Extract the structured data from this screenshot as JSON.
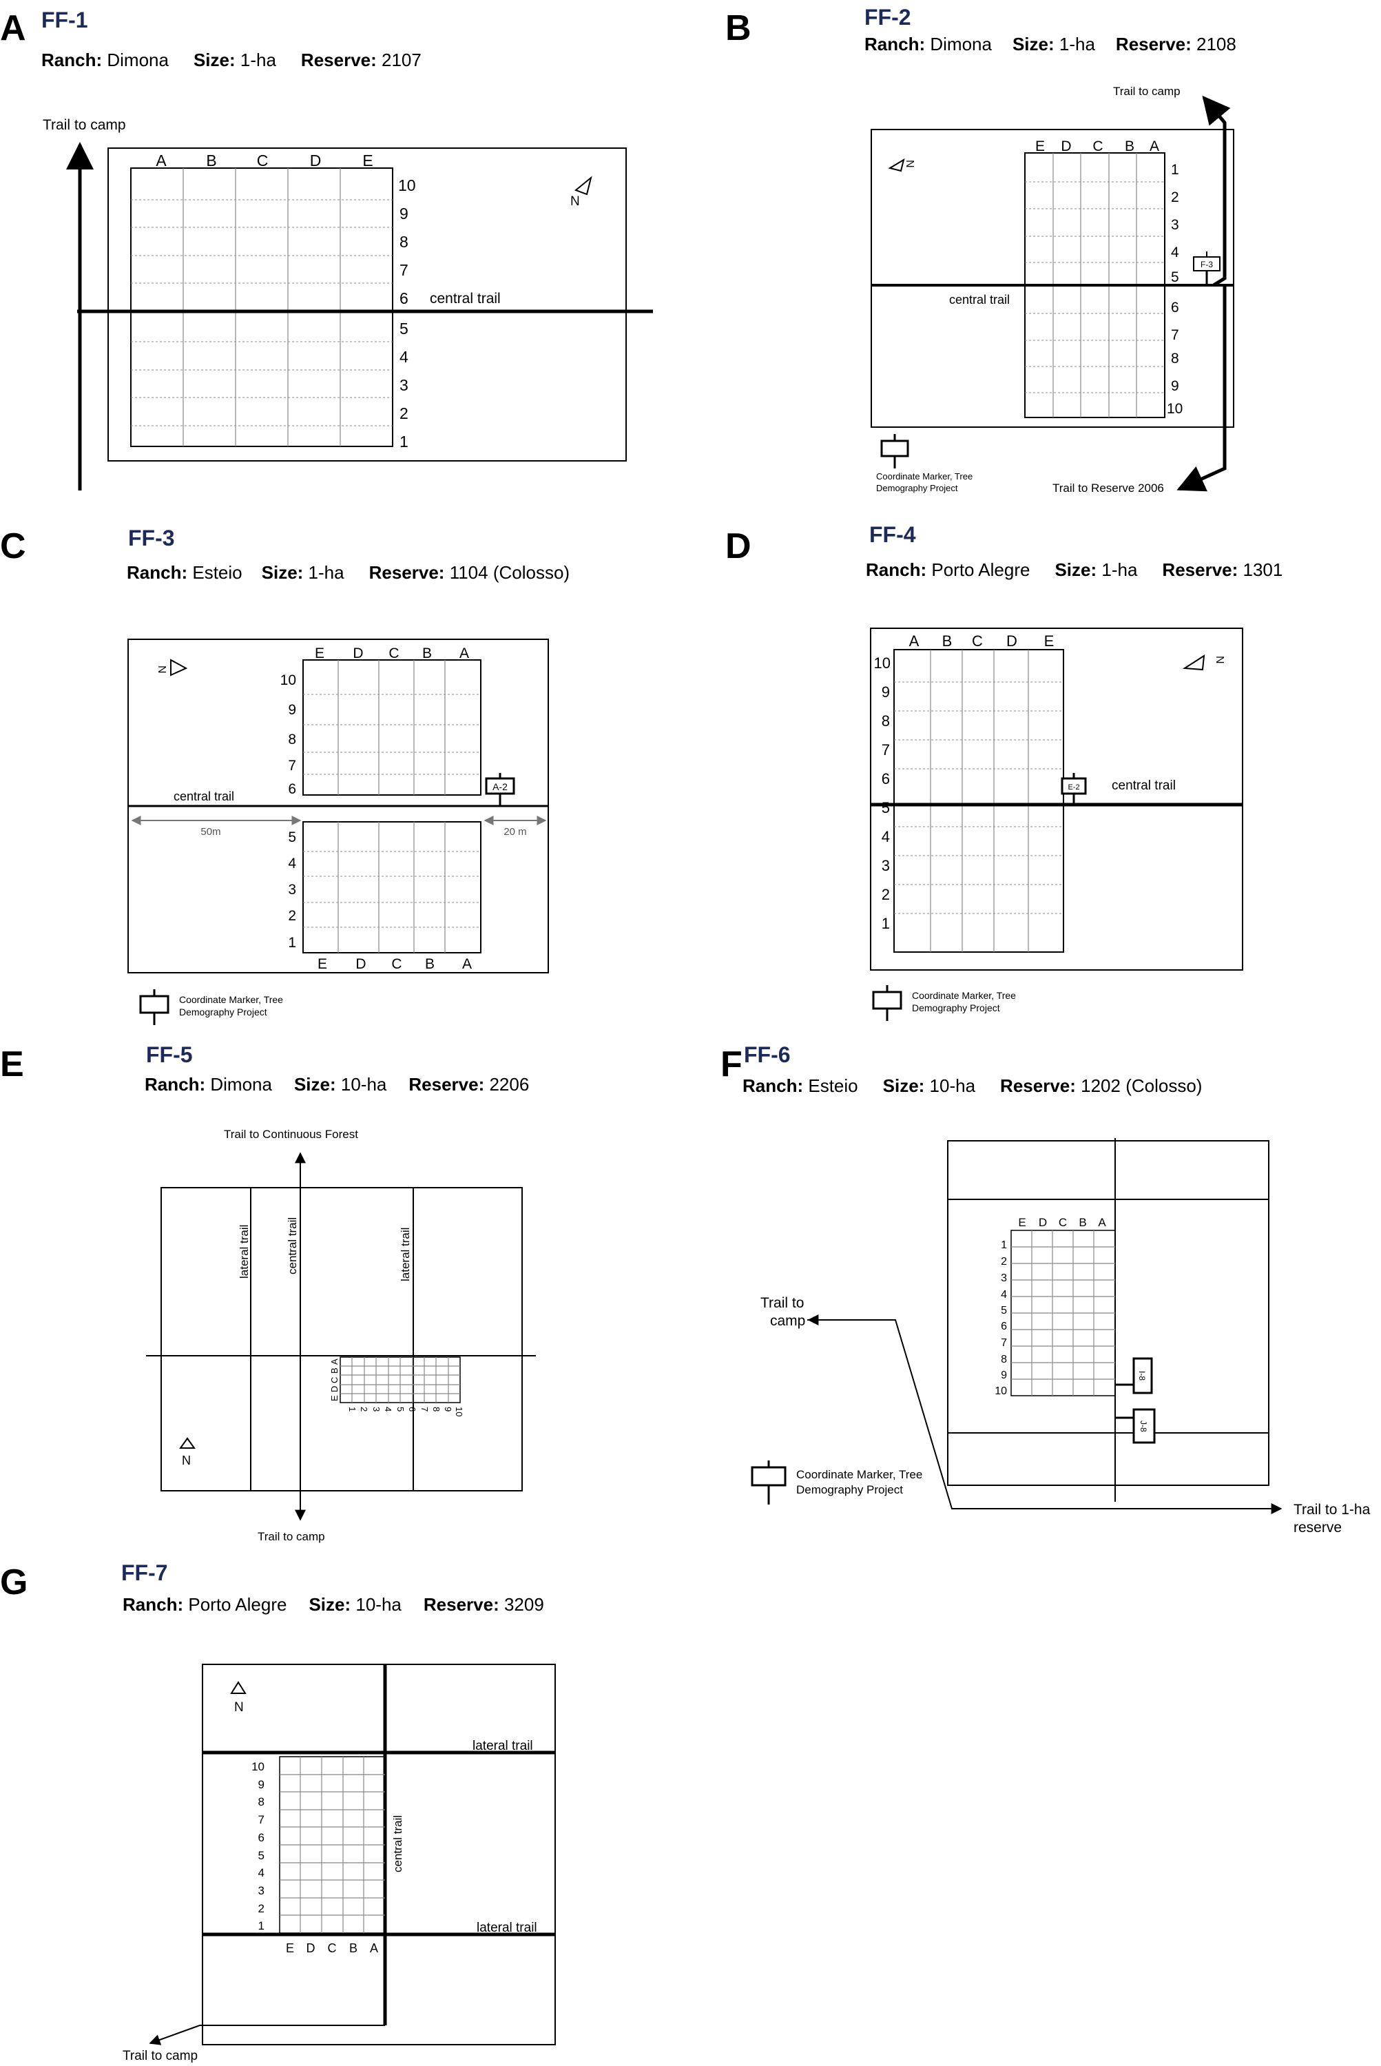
{
  "panels": [
    {
      "letter": "A",
      "title": "FF-1",
      "ranch_label": "Ranch:",
      "ranch": "Dimona",
      "size_label": "Size:",
      "size": "1-ha",
      "reserve_label": "Reserve:",
      "reserve": "2107",
      "labels": {
        "trail_camp": "Trail to camp",
        "central_trail": "central trail",
        "north": "N"
      },
      "cols": [
        "A",
        "B",
        "C",
        "D",
        "E"
      ],
      "rows_top": [
        "10",
        "9",
        "8",
        "7",
        "6"
      ],
      "rows_bottom": [
        "5",
        "4",
        "3",
        "2",
        "1"
      ]
    },
    {
      "letter": "B",
      "title": "FF-2",
      "ranch_label": "Ranch:",
      "ranch": "Dimona",
      "size_label": "Size:",
      "size": "1-ha",
      "reserve_label": "Reserve:",
      "reserve": "2108",
      "labels": {
        "trail_camp": "Trail to camp",
        "central_trail": "central trail",
        "trail_reserve": "Trail to Reserve 2006",
        "north": "N",
        "marker_code": "F-3",
        "marker_legend_1": "Coordinate Marker, Tree",
        "marker_legend_2": "Demography Project"
      },
      "cols": [
        "E",
        "D",
        "C",
        "B",
        "A"
      ],
      "rows": [
        "1",
        "2",
        "3",
        "4",
        "5",
        "6",
        "7",
        "8",
        "9",
        "10"
      ]
    },
    {
      "letter": "C",
      "title": "FF-3",
      "ranch_label": "Ranch:",
      "ranch": "Esteio",
      "size_label": "Size:",
      "size": "1-ha",
      "reserve_label": "Reserve:",
      "reserve": "1104 (Colosso)",
      "labels": {
        "central_trail": "central trail",
        "dist_left": "50m",
        "dist_right": "20 m",
        "north": "N",
        "marker_code": "A-2",
        "marker_legend_1": "Coordinate Marker, Tree",
        "marker_legend_2": "Demography Project"
      },
      "cols": [
        "E",
        "D",
        "C",
        "B",
        "A"
      ],
      "rows_top": [
        "10",
        "9",
        "8",
        "7",
        "6"
      ],
      "rows_bottom": [
        "5",
        "4",
        "3",
        "2",
        "1"
      ]
    },
    {
      "letter": "D",
      "title": "FF-4",
      "ranch_label": "Ranch:",
      "ranch": "Porto Alegre",
      "size_label": "Size:",
      "size": "1-ha",
      "reserve_label": "Reserve:",
      "reserve": "1301",
      "labels": {
        "central_trail": "central trail",
        "north": "N",
        "marker_code": "E-2",
        "marker_legend_1": "Coordinate Marker, Tree",
        "marker_legend_2": "Demography Project"
      },
      "cols": [
        "A",
        "B",
        "C",
        "D",
        "E"
      ],
      "rows": [
        "10",
        "9",
        "8",
        "7",
        "6",
        "5",
        "4",
        "3",
        "2",
        "1"
      ]
    },
    {
      "letter": "E",
      "title": "FF-5",
      "ranch_label": "Ranch:",
      "ranch": "Dimona",
      "size_label": "Size:",
      "size": "10-ha",
      "reserve_label": "Reserve:",
      "reserve": "2206",
      "labels": {
        "trail_forest": "Trail to  Continuous Forest",
        "trail_camp": "Trail to camp",
        "lateral_trail": "lateral trail",
        "central_trail": "central trail",
        "north": "N"
      },
      "cols": [
        "E",
        "D",
        "C",
        "B",
        "A"
      ],
      "rows": [
        "1",
        "2",
        "3",
        "4",
        "5",
        "6",
        "7",
        "8",
        "9",
        "10"
      ]
    },
    {
      "letter": "F",
      "title": "FF-6",
      "ranch_label": "Ranch:",
      "ranch": "Esteio",
      "size_label": "Size:",
      "size": "10-ha",
      "reserve_label": "Reserve:",
      "reserve": "1202 (Colosso)",
      "labels": {
        "trail_camp_1": "Trail to",
        "trail_camp_2": "camp",
        "trail_reserve_1": "Trail to 1-ha",
        "trail_reserve_2": "reserve",
        "marker_code_1": "I-8",
        "marker_code_2": "J-8",
        "marker_legend_1": "Coordinate Marker, Tree",
        "marker_legend_2": "Demography Project"
      },
      "cols": [
        "E",
        "D",
        "C",
        "B",
        "A"
      ],
      "rows": [
        "1",
        "2",
        "3",
        "4",
        "5",
        "6",
        "7",
        "8",
        "9",
        "10"
      ]
    },
    {
      "letter": "G",
      "title": "FF-7",
      "ranch_label": "Ranch:",
      "ranch": "Porto Alegre",
      "size_label": "Size:",
      "size": "10-ha",
      "reserve_label": "Reserve:",
      "reserve": "3209",
      "labels": {
        "trail_camp": "Trail to camp",
        "lateral_trail_top": "lateral trail",
        "lateral_trail_bottom": "lateral trail",
        "central_trail": "central trail",
        "north": "N"
      },
      "cols": [
        "E",
        "D",
        "C",
        "B",
        "A"
      ],
      "rows": [
        "10",
        "9",
        "8",
        "7",
        "6",
        "5",
        "4",
        "3",
        "2",
        "1"
      ]
    }
  ]
}
